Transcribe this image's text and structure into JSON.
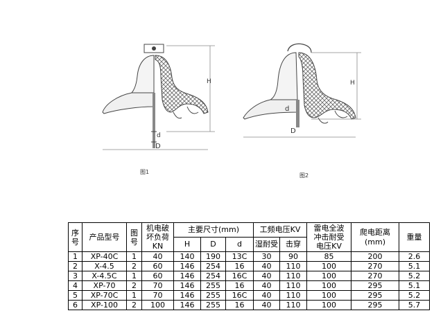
{
  "figures": {
    "fig1": {
      "caption": "图1",
      "label_H": "H",
      "label_D": "D",
      "label_d": "d"
    },
    "fig2": {
      "caption": "图2",
      "label_H": "H",
      "label_D": "D",
      "label_d": "d"
    }
  },
  "table": {
    "headers": {
      "seq": "序号",
      "model": "产品型号",
      "fig": "图号",
      "load": "机电破坏负荷",
      "load_unit": "KN",
      "dims": "主要尺寸(mm)",
      "dim_H": "H",
      "dim_D": "D",
      "dim_d": "d",
      "freq": "工频电压KV",
      "freq_wet": "湿耐受",
      "freq_break": "击穿",
      "impulse": "雷电全波冲击耐受电压KV",
      "creep": "爬电距离",
      "creep_unit": "(mm)",
      "weight": "重量"
    },
    "rows": [
      [
        "1",
        "XP-40C",
        "1",
        "40",
        "140",
        "190",
        "13C",
        "30",
        "90",
        "85",
        "200",
        "2.6"
      ],
      [
        "2",
        "X-4.5",
        "2",
        "60",
        "146",
        "254",
        "16",
        "40",
        "110",
        "100",
        "270",
        "5.1"
      ],
      [
        "3",
        "X-4.5C",
        "1",
        "60",
        "146",
        "254",
        "16C",
        "40",
        "110",
        "100",
        "270",
        "5.2"
      ],
      [
        "4",
        "XP-70",
        "2",
        "70",
        "146",
        "255",
        "16",
        "40",
        "110",
        "100",
        "295",
        "5.1"
      ],
      [
        "5",
        "XP-70C",
        "1",
        "70",
        "146",
        "255",
        "16C",
        "40",
        "110",
        "100",
        "295",
        "5.2"
      ],
      [
        "6",
        "XP-100",
        "2",
        "100",
        "146",
        "255",
        "16",
        "40",
        "110",
        "100",
        "295",
        "5.7"
      ]
    ]
  }
}
